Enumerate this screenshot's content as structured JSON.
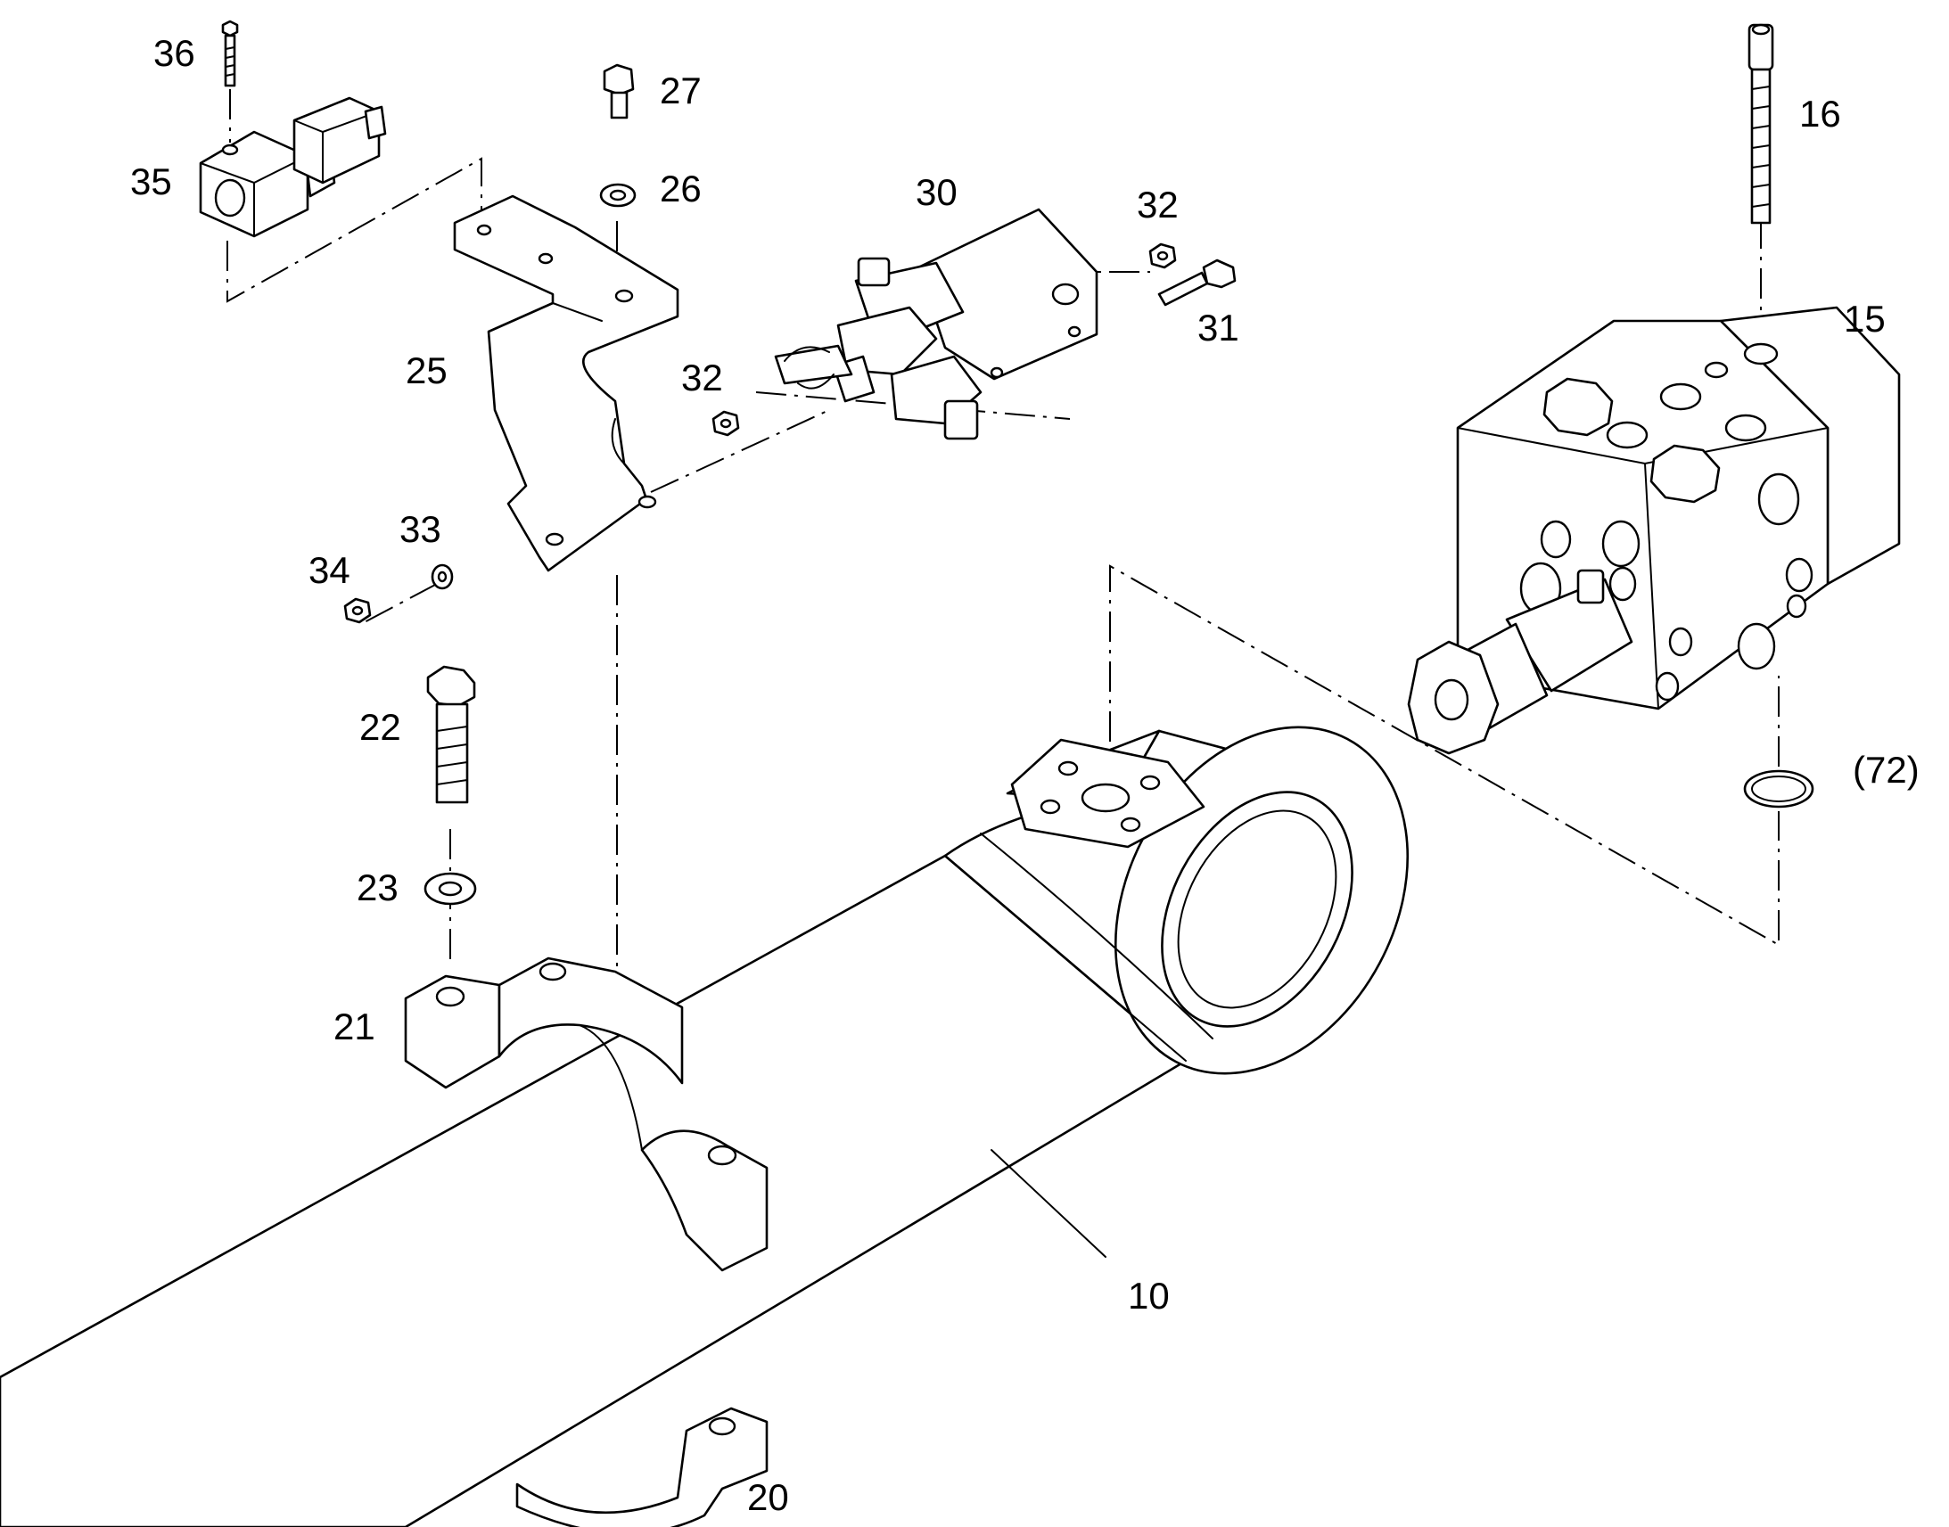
{
  "callouts": {
    "c10": "10",
    "c15": "15",
    "c16": "16",
    "c20": "20",
    "c21": "21",
    "c22": "22",
    "c23": "23",
    "c25": "25",
    "c26": "26",
    "c27": "27",
    "c30": "30",
    "c31": "31",
    "c32a": "32",
    "c32b": "32",
    "c33": "33",
    "c34": "34",
    "c35": "35",
    "c36": "36",
    "c72": "(72)"
  },
  "colors": {
    "line": "#000000",
    "background": "#ffffff"
  }
}
